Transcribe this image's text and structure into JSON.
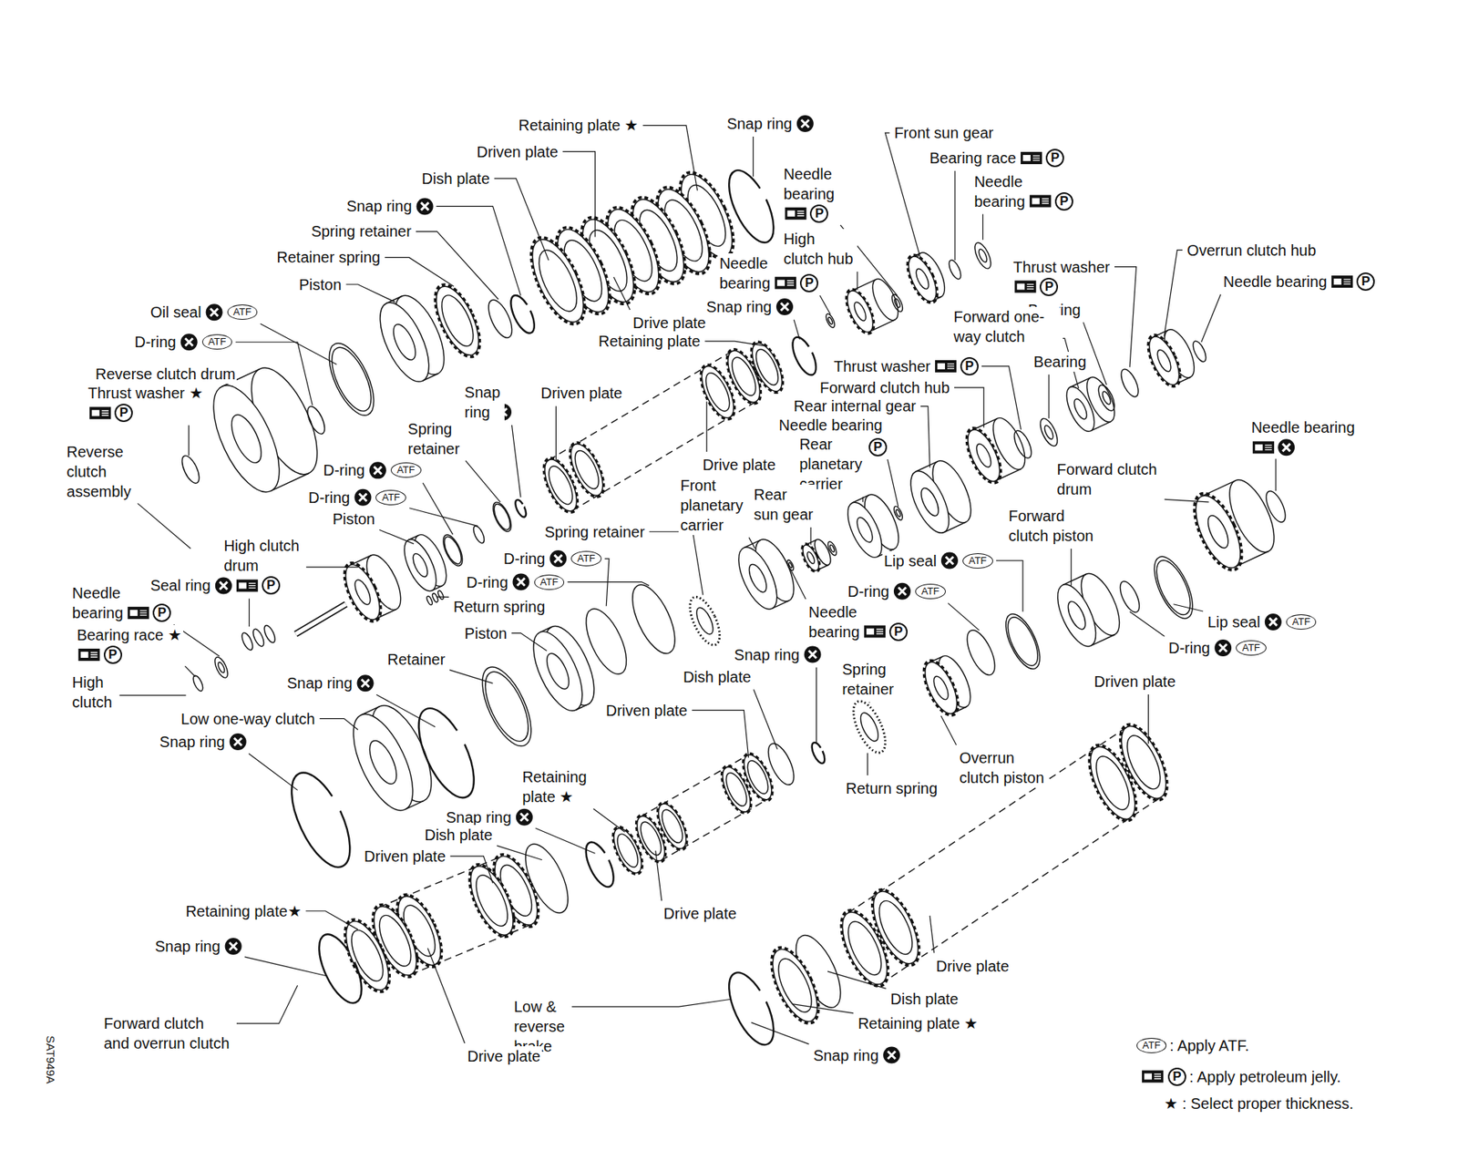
{
  "diagram": {
    "labels": [
      "Retaining plate ★",
      "Snap ring",
      "Front sun gear",
      "Driven plate",
      "Needle bearing",
      "P",
      "Bearing race",
      "P",
      "Dish plate",
      "Needle bearing",
      "P",
      "Snap ring",
      "Spring retainer",
      "High clutch hub",
      "Thrust washer",
      "P",
      "Overrun clutch hub",
      "Needle bearing",
      "P",
      "Retainer spring",
      "Needle bearing",
      "P",
      "Piston",
      "Snap ring",
      "Bearing",
      "Oil seal",
      "ATF",
      "Drive plate",
      "Forward one-way clutch",
      "D-ring",
      "ATF",
      "Retaining plate",
      "Thrust washer",
      "P",
      "Bearing",
      "Reverse clutch drum",
      "Thrust washer ★",
      "P",
      "Snap ring",
      "Driven plate",
      "Forward clutch hub",
      "Rear internal gear",
      "Needle bearing",
      "P",
      "Reverse clutch assembly",
      "Spring retainer",
      "Rear planetary carrier",
      "Needle bearing",
      "Drive plate",
      "D-ring",
      "ATF",
      "Forward clutch drum",
      "Front planetary carrier",
      "Rear sun gear",
      "D-ring",
      "ATF",
      "Forward clutch piston",
      "Piston",
      "Spring retainer",
      "High clutch drum",
      "D-ring",
      "ATF",
      "Lip seal",
      "ATF",
      "Seal ring",
      "P",
      "D-ring",
      "ATF",
      "Needle bearing",
      "P",
      "D-ring",
      "ATF",
      "Return spring",
      "Needle bearing",
      "P",
      "Lip seal",
      "ATF",
      "Bearing race ★",
      "P",
      "Piston",
      "D-ring",
      "ATF",
      "Snap ring",
      "Retainer",
      "High clutch",
      "Spring retainer",
      "Dish plate",
      "Driven plate",
      "Snap ring",
      "Driven plate",
      "Low one-way clutch",
      "Snap ring",
      "Overrun clutch piston",
      "Retaining plate ★",
      "Return spring",
      "Snap ring",
      "Dish plate",
      "Driven plate",
      "Retaining plate★",
      "Drive plate",
      "Snap ring",
      "Drive plate",
      "Low & reverse brake",
      "Dish plate",
      "Forward clutch and overrun clutch",
      "Retaining plate ★",
      "Drive plate",
      "Snap ring",
      "SAT949A",
      "ATF",
      "P",
      "★"
    ],
    "legend": [
      {
        "text": ": Apply ATF."
      },
      {
        "text": ": Apply petroleum jelly."
      },
      {
        "text": ": Select proper thickness."
      }
    ]
  }
}
